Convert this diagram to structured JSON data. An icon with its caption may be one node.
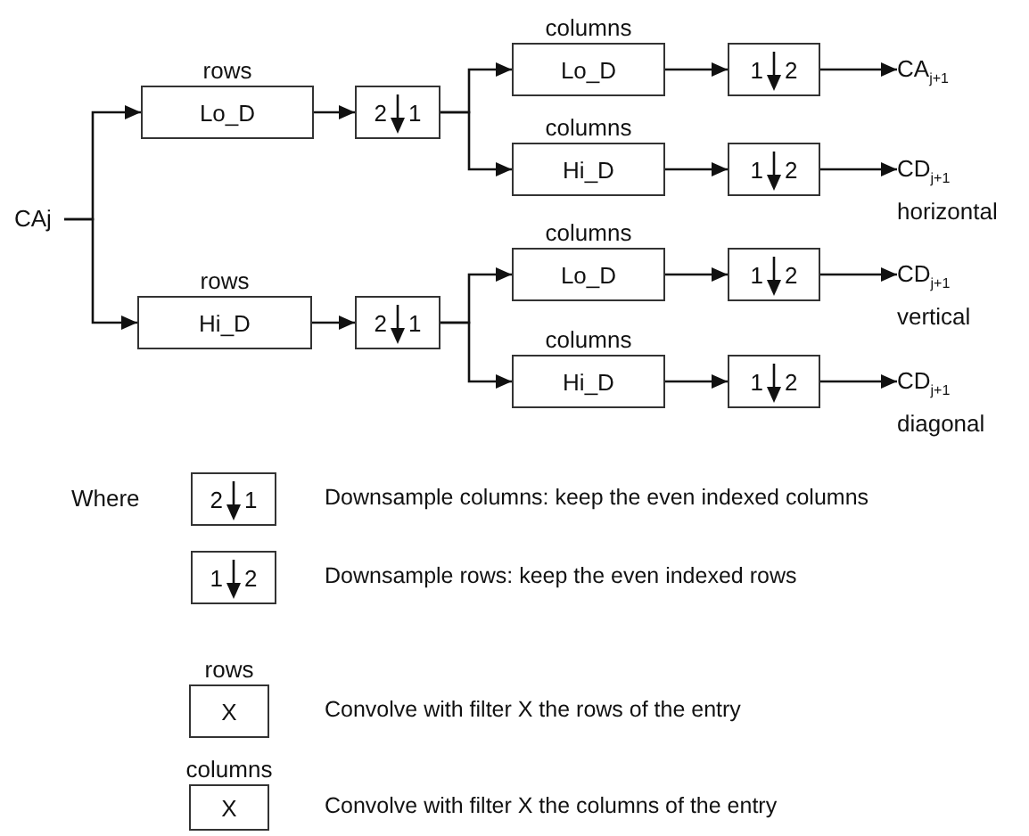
{
  "diagram": {
    "nodes": [
      {
        "text": [
          "CAj"
        ]
      },
      {
        "text": [
          "rows",
          "Lo_D"
        ]
      },
      {
        "text": [
          "2",
          "1"
        ]
      },
      {
        "text": [
          "columns",
          "Lo_D"
        ]
      },
      {
        "text": [
          "1",
          "2"
        ]
      },
      {
        "text": [
          "CA$_{j+1}$"
        ]
      },
      {
        "text": [
          "columns",
          "Hi_D"
        ]
      },
      {
        "text": [
          "1",
          "2"
        ]
      },
      {
        "text": [
          "CD$_{j+1}$",
          "horizontal"
        ]
      },
      {
        "text": [
          "rows",
          "Hi_D"
        ]
      },
      {
        "text": [
          "2",
          "1"
        ]
      },
      {
        "text": [
          "columns",
          "Lo_D"
        ]
      },
      {
        "text": [
          "1",
          "2"
        ]
      },
      {
        "text": [
          "CD$_{j+1}$",
          "vertical"
        ]
      },
      {
        "text": [
          "columns",
          "Hi_D"
        ]
      },
      {
        "text": [
          "1",
          "2"
        ]
      },
      {
        "text": [
          "CD$_{j+1}$",
          "diagonal"
        ]
      },
      {
        "text": [
          "2",
          "1"
        ],
        "beside": [
          "Downsample columns: keep the even indexed columns"
        ]
      },
      {
        "text": [
          "1",
          "2"
        ],
        "beside": [
          "Downsample rows: keep the even indexed rows"
        ]
      },
      {
        "text": [
          "rows",
          "X"
        ],
        "beside": [
          "Convolve with filter X the rows of the entry"
        ]
      },
      {
        "text": [
          "columns",
          "X"
        ],
        "beside": [
          "Convolve with filter X the columns of the entry"
        ]
      }
    ],
    "edges": [
      {
        "from": 0,
        "to": 1,
        "arrow": "to"
      },
      {
        "from": 0,
        "to": 9,
        "arrow": "to"
      },
      {
        "from": 1,
        "to": 2,
        "arrow": "to"
      },
      {
        "from": 2,
        "to": 3,
        "arrow": "to"
      },
      {
        "from": 2,
        "to": 6,
        "arrow": "to"
      },
      {
        "from": 3,
        "to": 4,
        "arrow": "to"
      },
      {
        "from": 4,
        "to": 5,
        "arrow": "to"
      },
      {
        "from": 6,
        "to": 7,
        "arrow": "to"
      },
      {
        "from": 7,
        "to": 8,
        "arrow": "to"
      },
      {
        "from": 9,
        "to": 10,
        "arrow": "to"
      },
      {
        "from": 10,
        "to": 11,
        "arrow": "to"
      },
      {
        "from": 10,
        "to": 14,
        "arrow": "to"
      },
      {
        "from": 11,
        "to": 12,
        "arrow": "to"
      },
      {
        "from": 12,
        "to": 13,
        "arrow": "to"
      },
      {
        "from": 14,
        "to": 15,
        "arrow": "to"
      },
      {
        "from": 15,
        "to": 16,
        "arrow": "to"
      }
    ],
    "labels": [
      "Where"
    ]
  }
}
